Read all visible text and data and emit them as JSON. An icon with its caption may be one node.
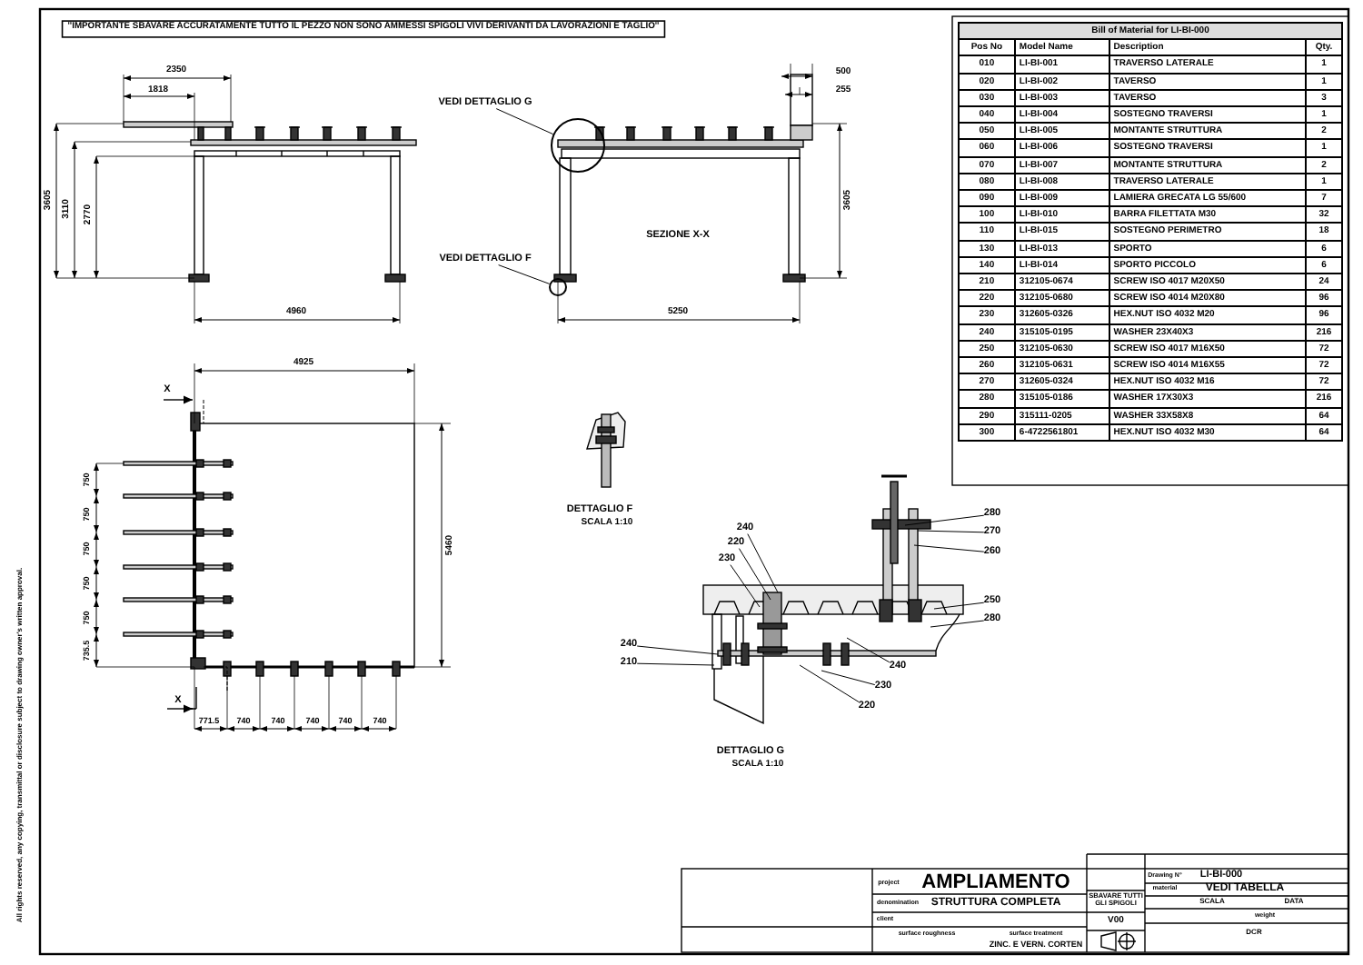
{
  "diagram": {
    "nodes": [
      {
        "text": [
          "VEDI DETTAGLIO G"
        ]
      },
      {
        "text": [],
        "shape": "circle"
      },
      {
        "text": [
          "VEDI DETTAGLIO F"
        ]
      },
      {
        "text": [],
        "shape": "circle"
      },
      {
        "text": [
          "240"
        ]
      },
      {
        "text": [
          "220"
        ]
      },
      {
        "text": [
          "230"
        ]
      },
      {
        "text": [
          "240"
        ]
      },
      {
        "text": [
          "210"
        ]
      },
      {
        "text": [
          "240"
        ]
      },
      {
        "text": [
          "230"
        ]
      },
      {
        "text": [
          "220"
        ]
      },
      {
        "text": [
          "280"
        ]
      },
      {
        "text": [
          "270"
        ]
      },
      {
        "text": [
          "260"
        ]
      },
      {
        "text": [
          "250"
        ]
      },
      {
        "text": [
          "280"
        ]
      }
    ],
    "edges": [
      {
        "from": 0,
        "to": 1,
        "arrow": "none"
      },
      {
        "from": 2,
        "to": 3,
        "arrow": "none"
      },
      {
        "from": 4,
        "to": null,
        "arrow": "none"
      },
      {
        "from": 5,
        "to": null,
        "arrow": "none"
      },
      {
        "from": 6,
        "to": null,
        "arrow": "none"
      },
      {
        "from": 7,
        "to": null,
        "arrow": "none"
      },
      {
        "from": 8,
        "to": null,
        "arrow": "none"
      },
      {
        "from": 9,
        "to": null,
        "arrow": "none"
      },
      {
        "from": 10,
        "to": null,
        "arrow": "none"
      },
      {
        "from": 11,
        "to": null,
        "arrow": "none"
      },
      {
        "from": 12,
        "to": null,
        "arrow": "none"
      },
      {
        "from": 13,
        "to": null,
        "arrow": "none"
      },
      {
        "from": 14,
        "to": null,
        "arrow": "none"
      },
      {
        "from": 15,
        "to": null,
        "arrow": "none"
      },
      {
        "from": 16,
        "to": null,
        "arrow": "none"
      }
    ],
    "labels": [
      "''IMPORTANTE SBAVARE ACCURATAMENTE TUTTO IL PEZZO NON SONO AMMESSI SPIGOLI VIVI DERIVANTI DA LAVORAZIONI E TAGLIO''",
      "2350",
      "1818",
      "3605",
      "3110",
      "2770",
      "4960",
      "500",
      "255",
      "3605",
      "5250",
      "SEZIONE X-X",
      "4925",
      "X",
      "X",
      "750",
      "750",
      "750",
      "750",
      "750",
      "735.5",
      "5460",
      "771.5",
      "740",
      "740",
      "740",
      "740",
      "740",
      "DETTAGLIO F",
      "SCALA 1:10",
      "DETTAGLIO G",
      "SCALA 1:10",
      "Bill of Material for LI-BI-000",
      "Pos No",
      "Model Name",
      "Description",
      "Qty.",
      "010",
      "LI-BI-001",
      "TRAVERSO LATERALE",
      "1",
      "020",
      "LI-BI-002",
      "TAVERSO",
      "1",
      "030",
      "LI-BI-003",
      "TAVERSO",
      "3",
      "040",
      "LI-BI-004",
      "SOSTEGNO TRAVERSI",
      "1",
      "050",
      "LI-BI-005",
      "MONTANTE STRUTTURA",
      "2",
      "060",
      "LI-BI-006",
      "SOSTEGNO TRAVERSI",
      "1",
      "070",
      "LI-BI-007",
      "MONTANTE STRUTTURA",
      "2",
      "080",
      "LI-BI-008",
      "TRAVERSO LATERALE",
      "1",
      "090",
      "LI-BI-009",
      "LAMIERA GRECATA LG 55/600",
      "7",
      "100",
      "LI-BI-010",
      "BARRA FILETTATA M30",
      "32",
      "110",
      "LI-BI-015",
      "SOSTEGNO PERIMETRO",
      "18",
      "130",
      "LI-BI-013",
      "SPORTO",
      "6",
      "140",
      "LI-BI-014",
      "SPORTO PICCOLO",
      "6",
      "210",
      "312105-0674",
      "SCREW ISO 4017 M20X50",
      "24",
      "220",
      "312105-0680",
      "SCREW ISO 4014 M20X80",
      "96",
      "230",
      "312605-0326",
      "HEX.NUT ISO 4032 M20",
      "96",
      "240",
      "315105-0195",
      "WASHER 23X40X3",
      "216",
      "250",
      "312105-0630",
      "SCREW ISO 4017 M16X50",
      "72",
      "260",
      "312105-0631",
      "SCREW ISO 4014 M16X55",
      "72",
      "270",
      "312605-0324",
      "HEX.NUT ISO 4032 M16",
      "72",
      "280",
      "315105-0186",
      "WASHER 17X30X3",
      "216",
      "290",
      "315111-0205",
      "WASHER 33X58X8",
      "64",
      "300",
      "6-4722561801",
      "HEX.NUT ISO 4032 M30",
      "64",
      "project",
      "AMPLIAMENTO",
      "denomination",
      "STRUTTURA COMPLETA",
      "client",
      "surface roughness",
      "surface treatment",
      "ZINC. E VERN. CORTEN",
      "SBAVARE TUTTI GLI SPIGOLI",
      "V00",
      "Drawing N°",
      "LI-BI-000",
      "material",
      "VEDI TABELLA",
      "SCALA",
      "DATA",
      "DCR",
      "weight",
      "All rights reserved, any copying, transmittal or disclosure subject to drawing owner's written approval."
    ]
  }
}
